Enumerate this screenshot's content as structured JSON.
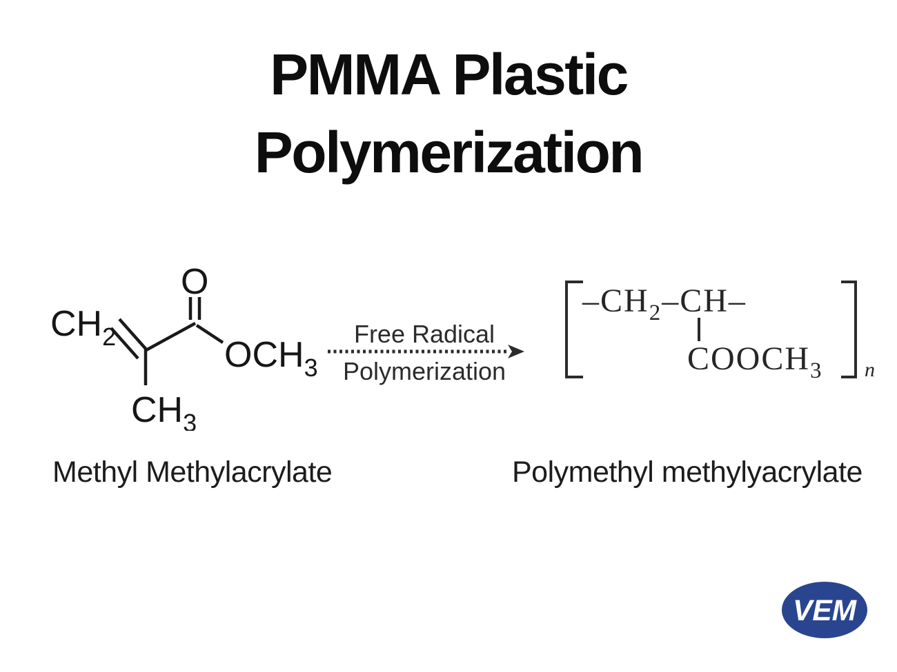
{
  "title": {
    "line1": "PMMA Plastic",
    "line2": "Polymerization"
  },
  "reaction_arrow": {
    "label_top": "Free Radical",
    "label_bottom": "Polymerization",
    "icon": "dotted-right-arrow"
  },
  "monomer": {
    "label": "Methyl Methylacrylate",
    "atoms": {
      "ch2_base": "CH",
      "ch2_sub": "2",
      "carbonyl_o": "O",
      "och3_base": "OCH",
      "och3_sub": "3",
      "ch3_base": "CH",
      "ch3_sub": "3"
    }
  },
  "polymer": {
    "label": "Polymethyl methylyacrylate",
    "backbone_seg1": "–CH",
    "backbone_sub1": "2",
    "backbone_seg2": "–CH–",
    "side_chain_base": "COOCH",
    "side_chain_sub": "3",
    "repeat_index": "n"
  },
  "logo": {
    "text": "VEM"
  },
  "colors": {
    "ink": "#1a1a1a",
    "scan_ink": "#2b2b2b",
    "logo_blue": "#2a458f"
  }
}
